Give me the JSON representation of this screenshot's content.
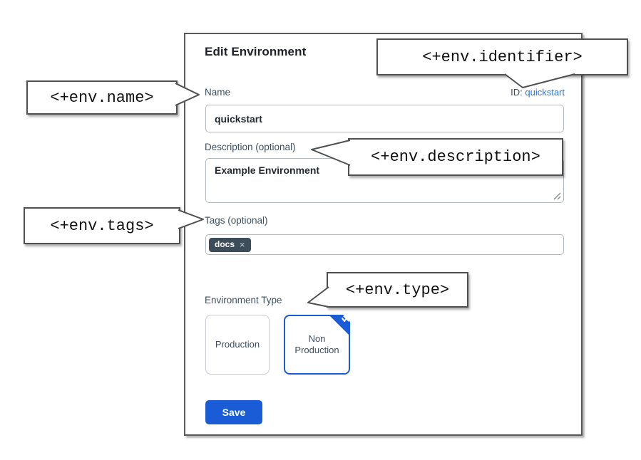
{
  "panel": {
    "title": "Edit Environment",
    "name_field": {
      "label": "Name",
      "value": "quickstart",
      "id_label": "ID:",
      "id_value": "quickstart"
    },
    "description_field": {
      "label": "Description (optional)",
      "value": "Example Environment"
    },
    "tags_field": {
      "label": "Tags (optional)",
      "tags": [
        {
          "text": "docs",
          "remove_icon": "×"
        }
      ]
    },
    "environment_type": {
      "label": "Environment Type",
      "options": [
        {
          "label": "Production",
          "selected": false
        },
        {
          "label": "Non Production",
          "selected": true
        }
      ]
    },
    "save_button": "Save"
  },
  "callouts": {
    "name": {
      "text": "<+env.name>"
    },
    "identifier": {
      "text": "<+env.identifier>"
    },
    "description": {
      "text": "<+env.description>"
    },
    "tags": {
      "text": "<+env.tags>"
    },
    "type": {
      "text": "<+env.type>"
    }
  },
  "colors": {
    "accent_blue": "#1a5cd6",
    "link_blue": "#2b76dd",
    "tag_chip_bg": "#3d4c59",
    "label_slate": "#3d5163",
    "callout_border": "#4f5052",
    "panel_border": "#58595b"
  }
}
